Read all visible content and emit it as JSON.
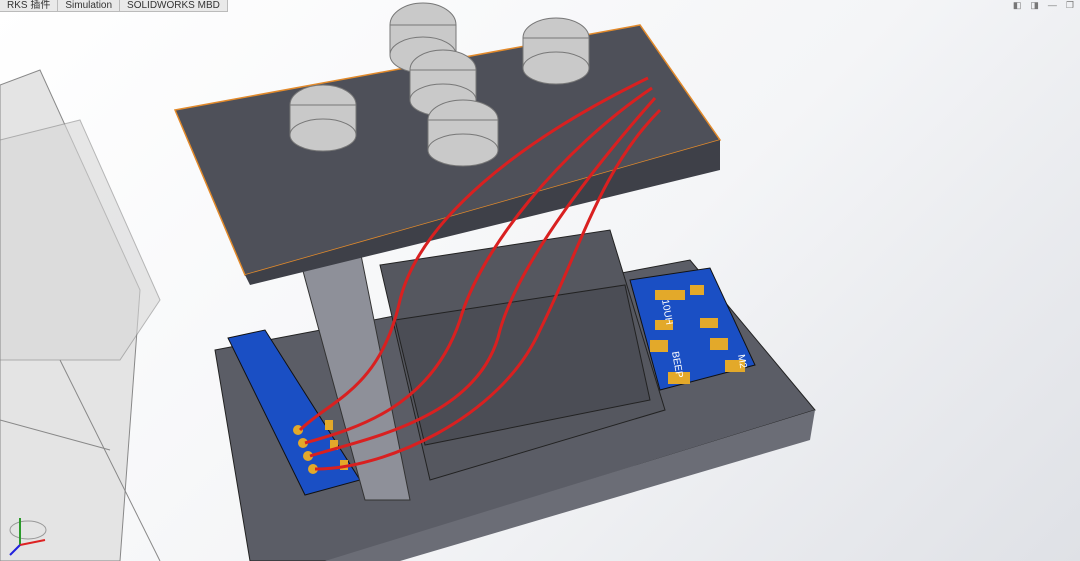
{
  "tabs": [
    "RKS 插件",
    "Simulation",
    "SOLIDWORKS MBD"
  ],
  "window_controls": [
    "restore-left",
    "restore-right",
    "minimize",
    "maximize"
  ],
  "pcb_labels": {
    "inductor": "10UH",
    "buzzer": "BEEP",
    "motor": "M2"
  },
  "colors": {
    "pcb": "#1a4fc4",
    "pad": "#e3a92a",
    "wire": "#d92020",
    "housing": "#5b5d66",
    "lid": "#4e5059"
  }
}
